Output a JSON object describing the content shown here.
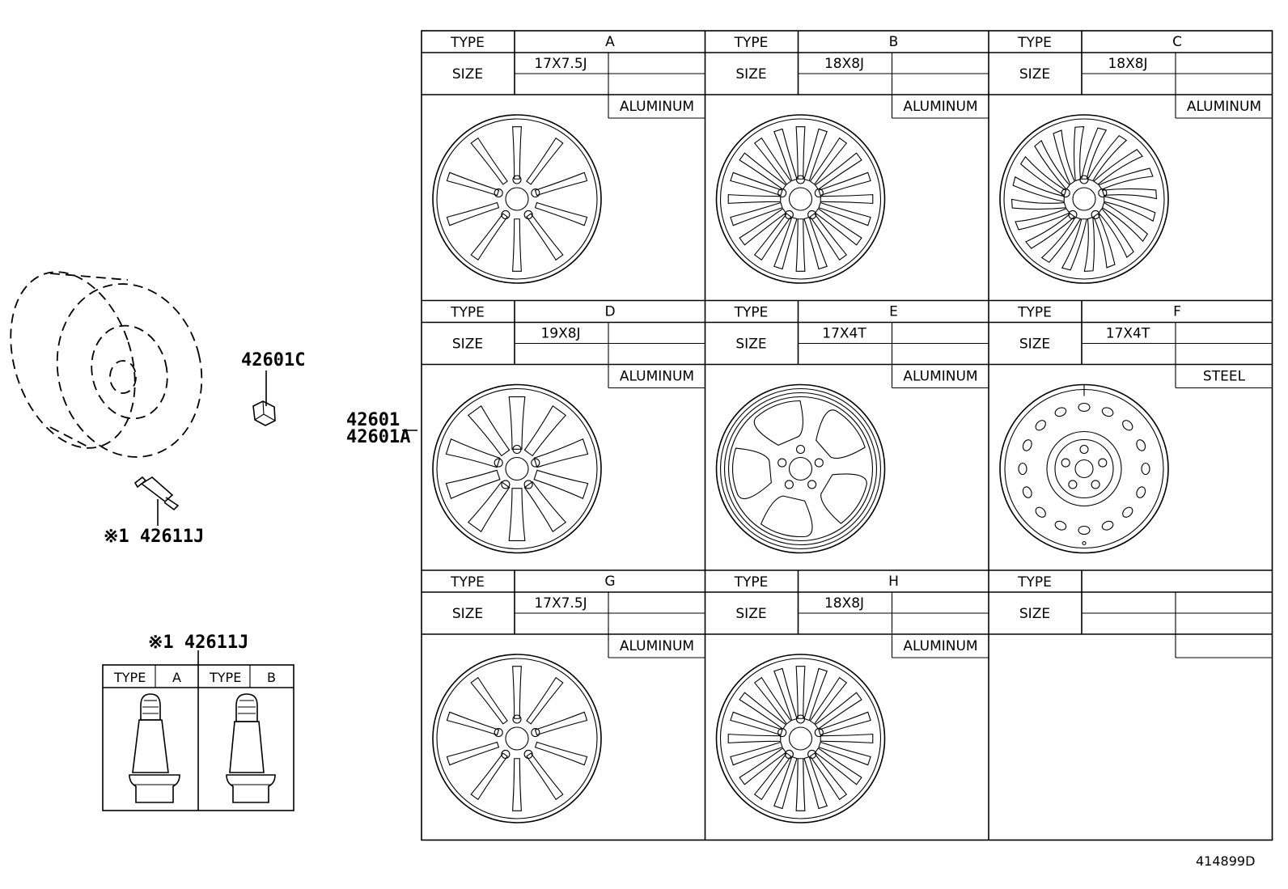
{
  "header_type_label": "TYPE",
  "header_size_label": "SIZE",
  "wheels": [
    {
      "type": "A",
      "size": "17X7.5J",
      "material": "ALUMINUM",
      "style": "twin-spoke-10"
    },
    {
      "type": "B",
      "size": "18X8J",
      "material": "ALUMINUM",
      "style": "multi-spoke-20"
    },
    {
      "type": "C",
      "size": "18X8J",
      "material": "ALUMINUM",
      "style": "turbine-20"
    },
    {
      "type": "D",
      "size": "19X8J",
      "material": "ALUMINUM",
      "style": "split-spoke-10"
    },
    {
      "type": "E",
      "size": "17X4T",
      "material": "ALUMINUM",
      "style": "five-spoke"
    },
    {
      "type": "F",
      "size": "17X4T",
      "material": "STEEL",
      "style": "steel-holes"
    },
    {
      "type": "G",
      "size": "17X7.5J",
      "material": "ALUMINUM",
      "style": "twin-spoke-10"
    },
    {
      "type": "H",
      "size": "18X8J",
      "material": "ALUMINUM",
      "style": "multi-spoke-20"
    },
    {
      "type": "",
      "size": "",
      "material": "",
      "style": "empty"
    }
  ],
  "callouts": {
    "nut": "42601C",
    "wheel_main": "42601",
    "wheel_alt": "42601A",
    "valve_top": "※1 42611J",
    "valve_bottom": "※1 42611J"
  },
  "valve_table": {
    "cells": [
      "TYPE",
      "A",
      "TYPE",
      "B"
    ]
  },
  "diagram_code": "414899D"
}
